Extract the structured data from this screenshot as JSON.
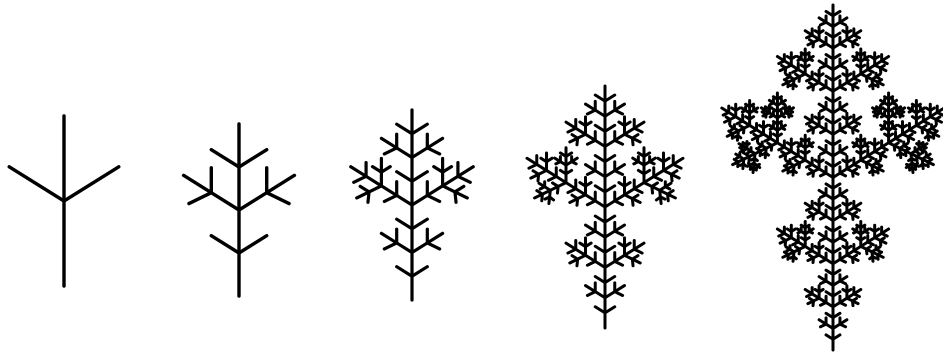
{
  "figure": {
    "background_color": "#ffffff",
    "stroke_color": "#000000",
    "stages": [
      {
        "iteration": 1
      },
      {
        "iteration": 2
      },
      {
        "iteration": 3
      },
      {
        "iteration": 4
      },
      {
        "iteration": 5
      }
    ]
  }
}
